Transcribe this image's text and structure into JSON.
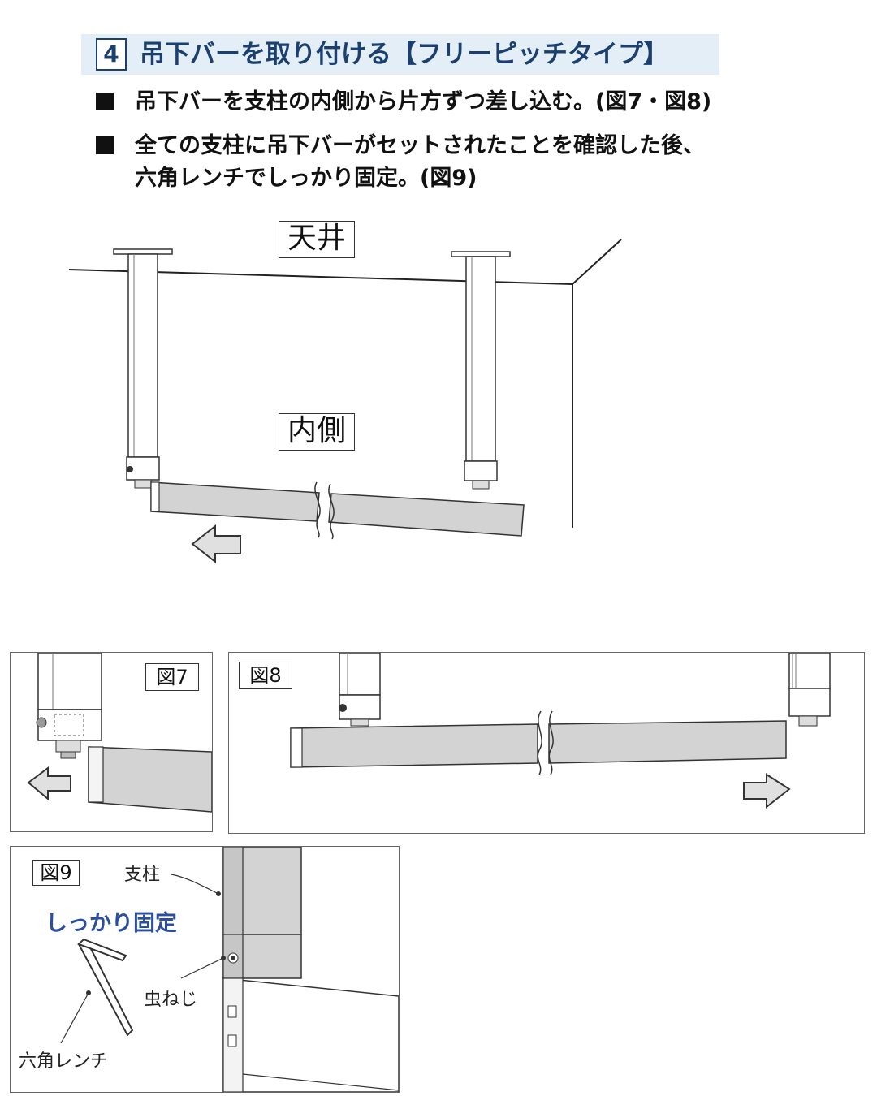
{
  "header": {
    "step_number": "4",
    "title": "吊下バーを取り付ける【フリーピッチタイプ】"
  },
  "instructions": {
    "line1": "吊下バーを支柱の内側から片方ずつ差し込む。(図7・図8)",
    "line2a": "全ての支柱に吊下バーがセットされたことを確認した後、",
    "line2b": "六角レンチでしっかり固定。(図9)"
  },
  "main_figure": {
    "ceiling_label": "天井",
    "inside_label": "内側"
  },
  "figure7": {
    "label": "図7"
  },
  "figure8": {
    "label": "図8"
  },
  "figure9": {
    "label": "図9",
    "post_label": "支柱",
    "fix_label": "しっかり固定",
    "screw_label": "虫ねじ",
    "wrench_label": "六角レンチ"
  },
  "colors": {
    "title_text": "#1b3f6e",
    "header_bg": "#e3eef7",
    "bar_fill": "#d3d3d3",
    "accent_blue": "#2b4f9e"
  }
}
